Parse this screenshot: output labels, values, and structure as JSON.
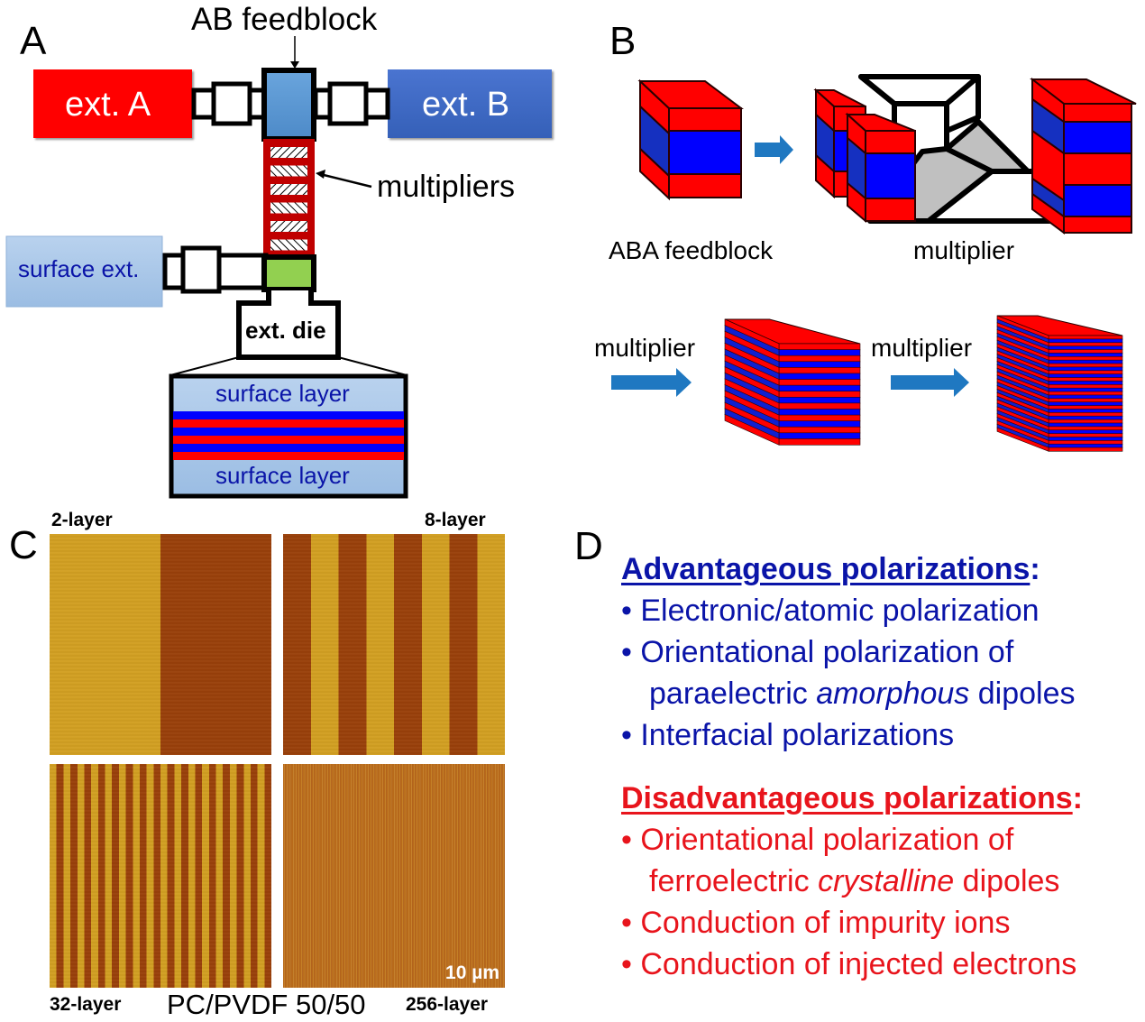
{
  "panels": {
    "A": {
      "letter": "A",
      "feedblock_label": "AB feedblock",
      "ext_a_label": "ext. A",
      "ext_b_label": "ext. B",
      "multipliers_label": "multipliers",
      "surface_ext_label": "surface ext.",
      "die_label": "ext. die",
      "surface_layer_top": "surface layer",
      "surface_layer_bottom": "surface layer",
      "multiplier_count": 6,
      "core_layers": [
        "blue",
        "red",
        "blue",
        "red",
        "blue",
        "red"
      ],
      "colors": {
        "ext_a": "#ff0000",
        "ext_b": "#3f67c4",
        "feedblock": "#5b9bd5",
        "multiplier_body": "#c00000",
        "surface_block": "#b0cbe9",
        "green_block": "#92d050",
        "layer_blue": "#0000ff",
        "layer_red": "#ff0000",
        "surface_text": "#0a14a8"
      }
    },
    "B": {
      "letter": "B",
      "feedblock_caption": "ABA feedblock",
      "multiplier_caption": "multiplier",
      "arrow1_label": "multiplier",
      "arrow2_label": "multiplier",
      "stack_after_two_multipliers_layers": 17,
      "stack_after_three_multipliers_layers": 33,
      "colors": {
        "red": "#ff0000",
        "blue": "#0000ff",
        "arrow": "#1f78c1",
        "multiplier_gray": "#c0c0c0"
      }
    },
    "C": {
      "letter": "C",
      "images": [
        {
          "label": "2-layer",
          "stripe_count": 2
        },
        {
          "label": "8-layer",
          "stripe_count": 8
        },
        {
          "label": "32-layer",
          "stripe_count": 32
        },
        {
          "label": "256-layer",
          "stripe_count": 256
        }
      ],
      "scale_bar": "10 µm",
      "caption": "PC/PVDF 50/50",
      "colors": {
        "light": "#d4a020",
        "dark": "#9a3f08"
      }
    },
    "D": {
      "letter": "D",
      "advantageous": {
        "heading": "Advantageous polarizations",
        "colon": ":",
        "items": [
          {
            "text": "Electronic/atomic polarization"
          },
          {
            "text": "Orientational polarization of"
          },
          {
            "pre": "paraelectric ",
            "italic": "amorphous",
            "post": " dipoles"
          },
          {
            "text": "Interfacial polarizations"
          }
        ],
        "color": "#0a14a8"
      },
      "disadvantageous": {
        "heading": "Disadvantageous polarizations",
        "colon": ":",
        "items": [
          {
            "text": "Orientational polarization of"
          },
          {
            "pre": "ferroelectric ",
            "italic": "crystalline",
            "post": " dipoles"
          },
          {
            "text": "Conduction of impurity ions"
          },
          {
            "text": "Conduction of injected electrons"
          }
        ],
        "color": "#e8141c"
      },
      "bullet": "•"
    }
  }
}
